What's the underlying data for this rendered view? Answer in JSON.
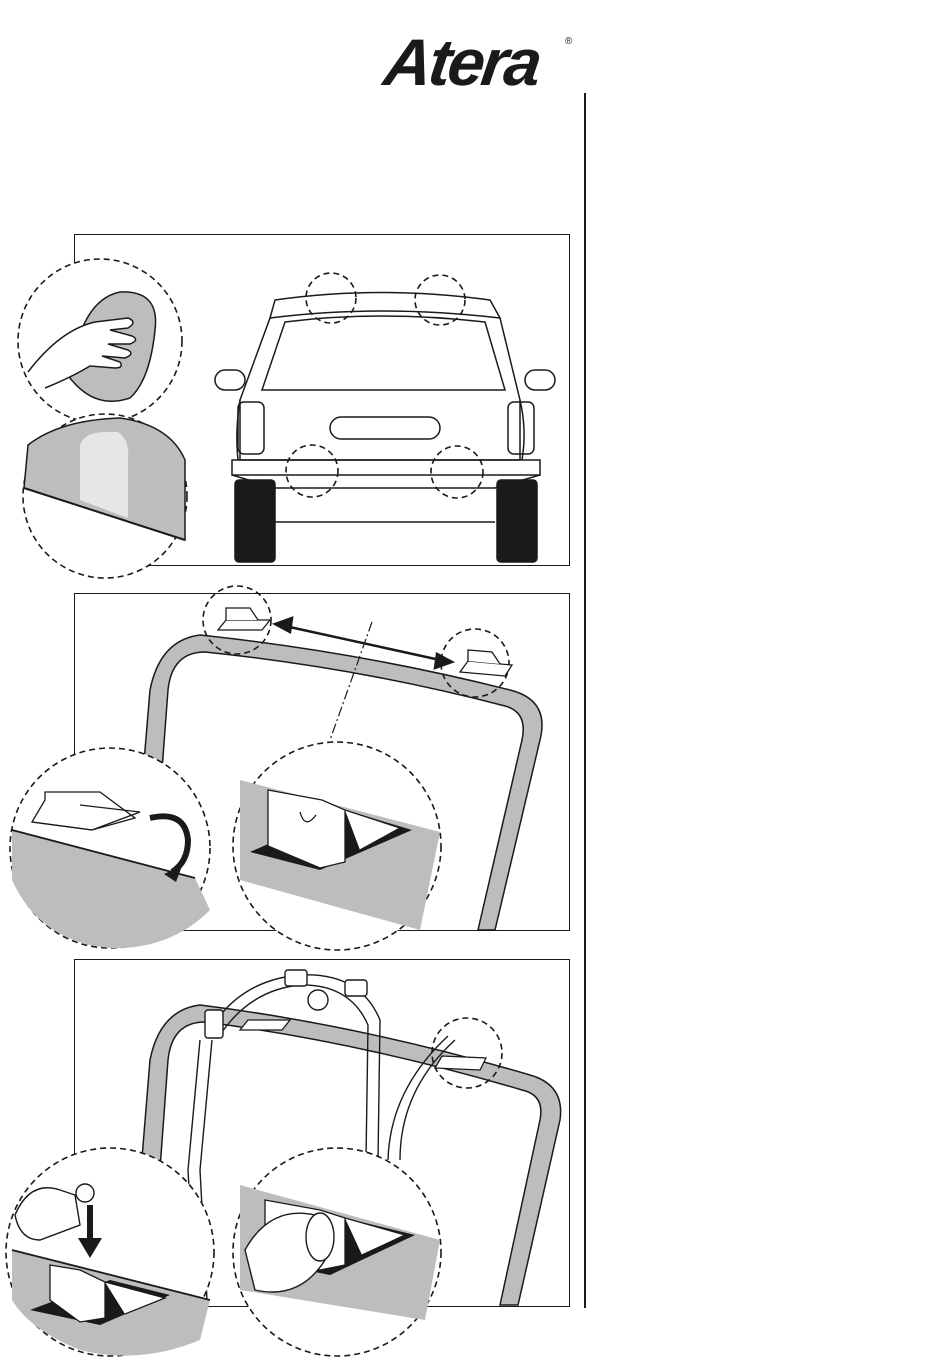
{
  "brand": {
    "logo_text": "Atera",
    "registered_mark": "®"
  },
  "colors": {
    "ink": "#1a1a1a",
    "gray_fill": "#bdbdbd",
    "paper": "#ffffff"
  },
  "figures": [
    {
      "id": "step-1",
      "icons": [
        "hand-cloth-icon",
        "clean-surface-icon",
        "car-rear-icon"
      ]
    },
    {
      "id": "step-2",
      "icons": [
        "mount-pad-icon",
        "measure-arrow-icon",
        "rotate-arrow-icon"
      ]
    },
    {
      "id": "step-3",
      "icons": [
        "bike-carrier-icon",
        "tube-icon",
        "down-arrow-icon"
      ]
    }
  ]
}
